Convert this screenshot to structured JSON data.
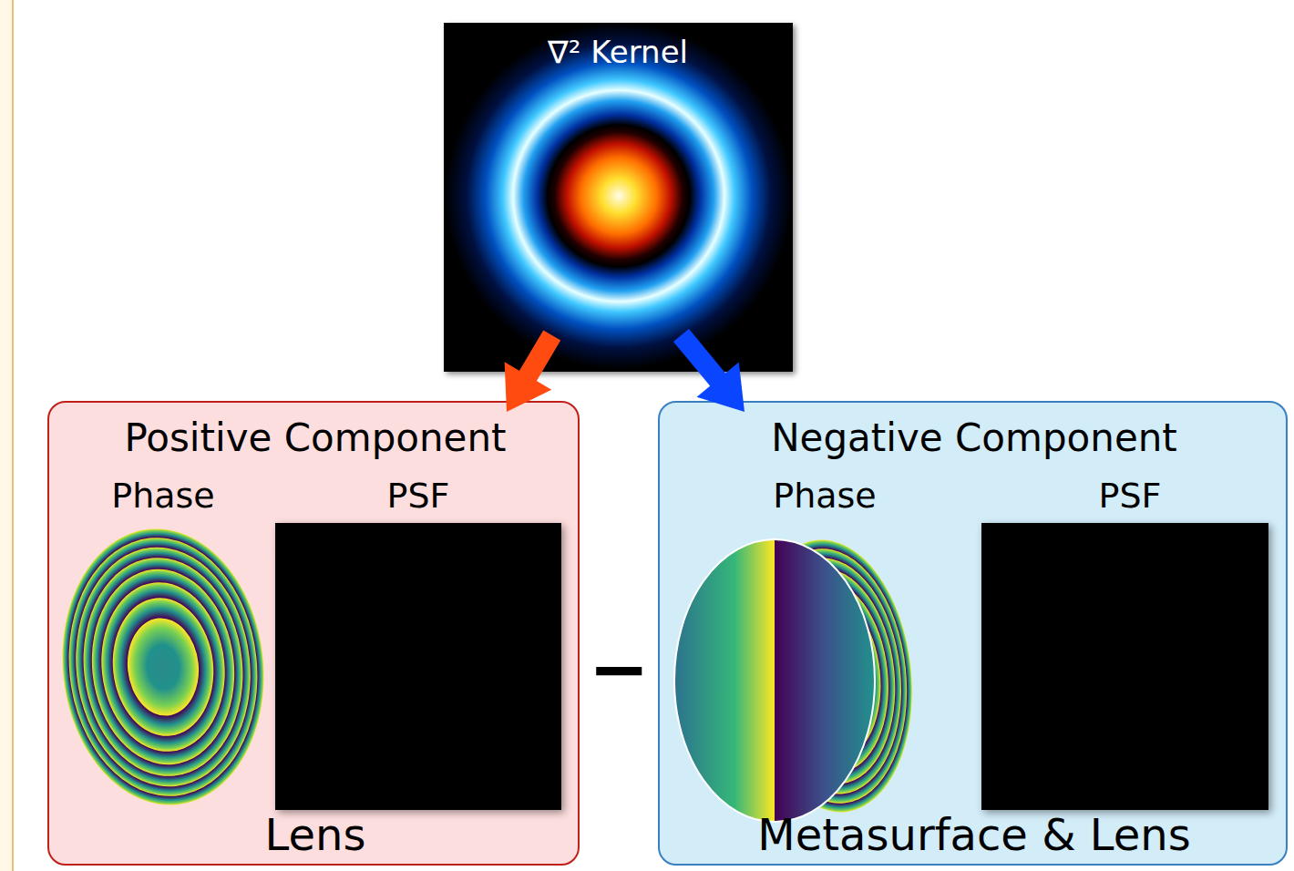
{
  "diagram": {
    "nodes": [
      {
        "text": [
          "∇² Kernel"
        ]
      },
      {
        "text": [
          "Positive Component",
          "Phase",
          "PSF",
          "Lens"
        ]
      },
      {
        "text": [
          "Negative Component",
          "Phase",
          "PSF",
          "Metasurface & Lens"
        ]
      }
    ],
    "edges": [
      {
        "from": 0,
        "to": 1,
        "arrow": "to"
      },
      {
        "from": 0,
        "to": 2,
        "arrow": "to"
      }
    ],
    "labels": [
      "−"
    ]
  }
}
